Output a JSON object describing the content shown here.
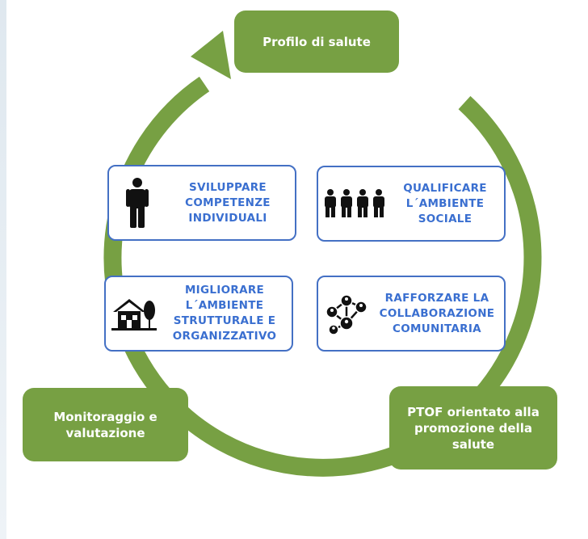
{
  "diagram": {
    "stages": {
      "top": "Profilo di salute",
      "left": "Monitoraggio e\nvalutazione",
      "right": "PTOF orientato alla\npromozione della\nsalute"
    },
    "cards": [
      {
        "icon": "person-icon",
        "text": "SVILUPPARE\nCOMPETENZE\nINDIVIDUALI"
      },
      {
        "icon": "group-icon",
        "text": "QUALIFICARE\nL´AMBIENTE\nSOCIALE"
      },
      {
        "icon": "house-icon",
        "text": "MIGLIORARE\nL´AMBIENTE\nSTRUTTURALE E\nORGANIZZATIVO"
      },
      {
        "icon": "network-icon",
        "text": "RAFFORZARE LA\nCOLLABORAZIONE\nCOMUNITARIA"
      }
    ],
    "colors": {
      "cycle_green": "#77a043",
      "card_border": "#4470c4",
      "card_text": "#3a6fd0"
    }
  }
}
